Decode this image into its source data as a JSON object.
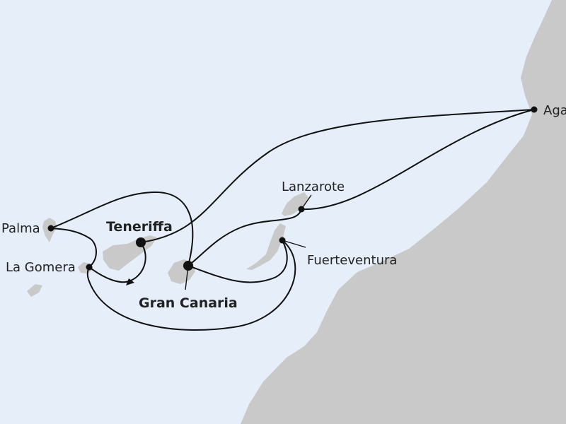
{
  "map": {
    "colors": {
      "sea": "#e6eff9",
      "land": "#c9c9c9",
      "route": "#111111",
      "port": "#111111",
      "text": "#222222"
    },
    "ports": [
      {
        "id": "teneriffa",
        "label": "Teneriffa",
        "major": true
      },
      {
        "id": "gran-canaria",
        "label": "Gran Canaria",
        "major": true
      },
      {
        "id": "lanzarote",
        "label": "Lanzarote",
        "major": false
      },
      {
        "id": "fuerteventura",
        "label": "Fuerteventura",
        "major": false
      },
      {
        "id": "la-gomera",
        "label": "La Gomera",
        "major": false
      },
      {
        "id": "la-palma",
        "label": "Palma",
        "major": false
      },
      {
        "id": "agadir",
        "label": "Aga",
        "major": false
      }
    ]
  }
}
